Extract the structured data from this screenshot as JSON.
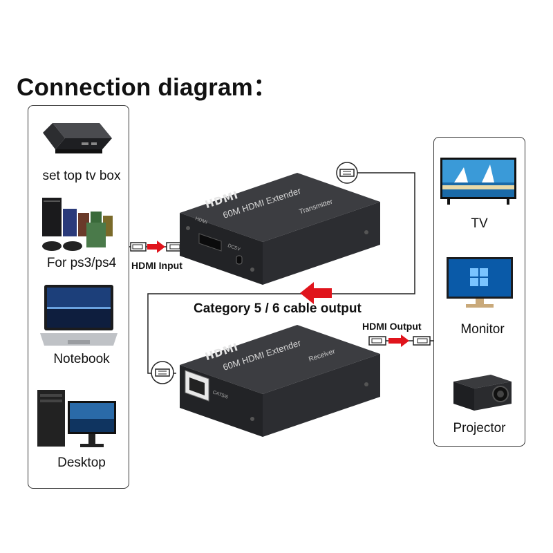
{
  "title": "Connection diagram：",
  "sources": [
    {
      "label": "set top tv box",
      "icon": "set-top-box-icon"
    },
    {
      "label": "For ps3/ps4",
      "icon": "game-console-icon"
    },
    {
      "label": "Notebook",
      "icon": "laptop-icon"
    },
    {
      "label": "Desktop",
      "icon": "desktop-computer-icon"
    }
  ],
  "destinations": [
    {
      "label": "TV",
      "icon": "tv-icon"
    },
    {
      "label": "Monitor",
      "icon": "monitor-icon"
    },
    {
      "label": "Projector",
      "icon": "projector-icon"
    }
  ],
  "transmitter": {
    "logo": "HDMI",
    "model": "60M HDMI Extender",
    "role": "Transmitter",
    "port_label": "HDMI",
    "power_label": "DC5V"
  },
  "receiver": {
    "logo": "HDMI",
    "model": "60M HDMI Extender",
    "role": "Receiver",
    "port_label": "CAT5/6"
  },
  "connections": {
    "hdmi_input": "HDMI Input",
    "hdmi_output": "HDMI Output",
    "cable": "Category 5 / 6 cable output"
  },
  "colors": {
    "arrow": "#e0141c",
    "device_body": "#2a2b2e",
    "panel_border": "#333333"
  }
}
